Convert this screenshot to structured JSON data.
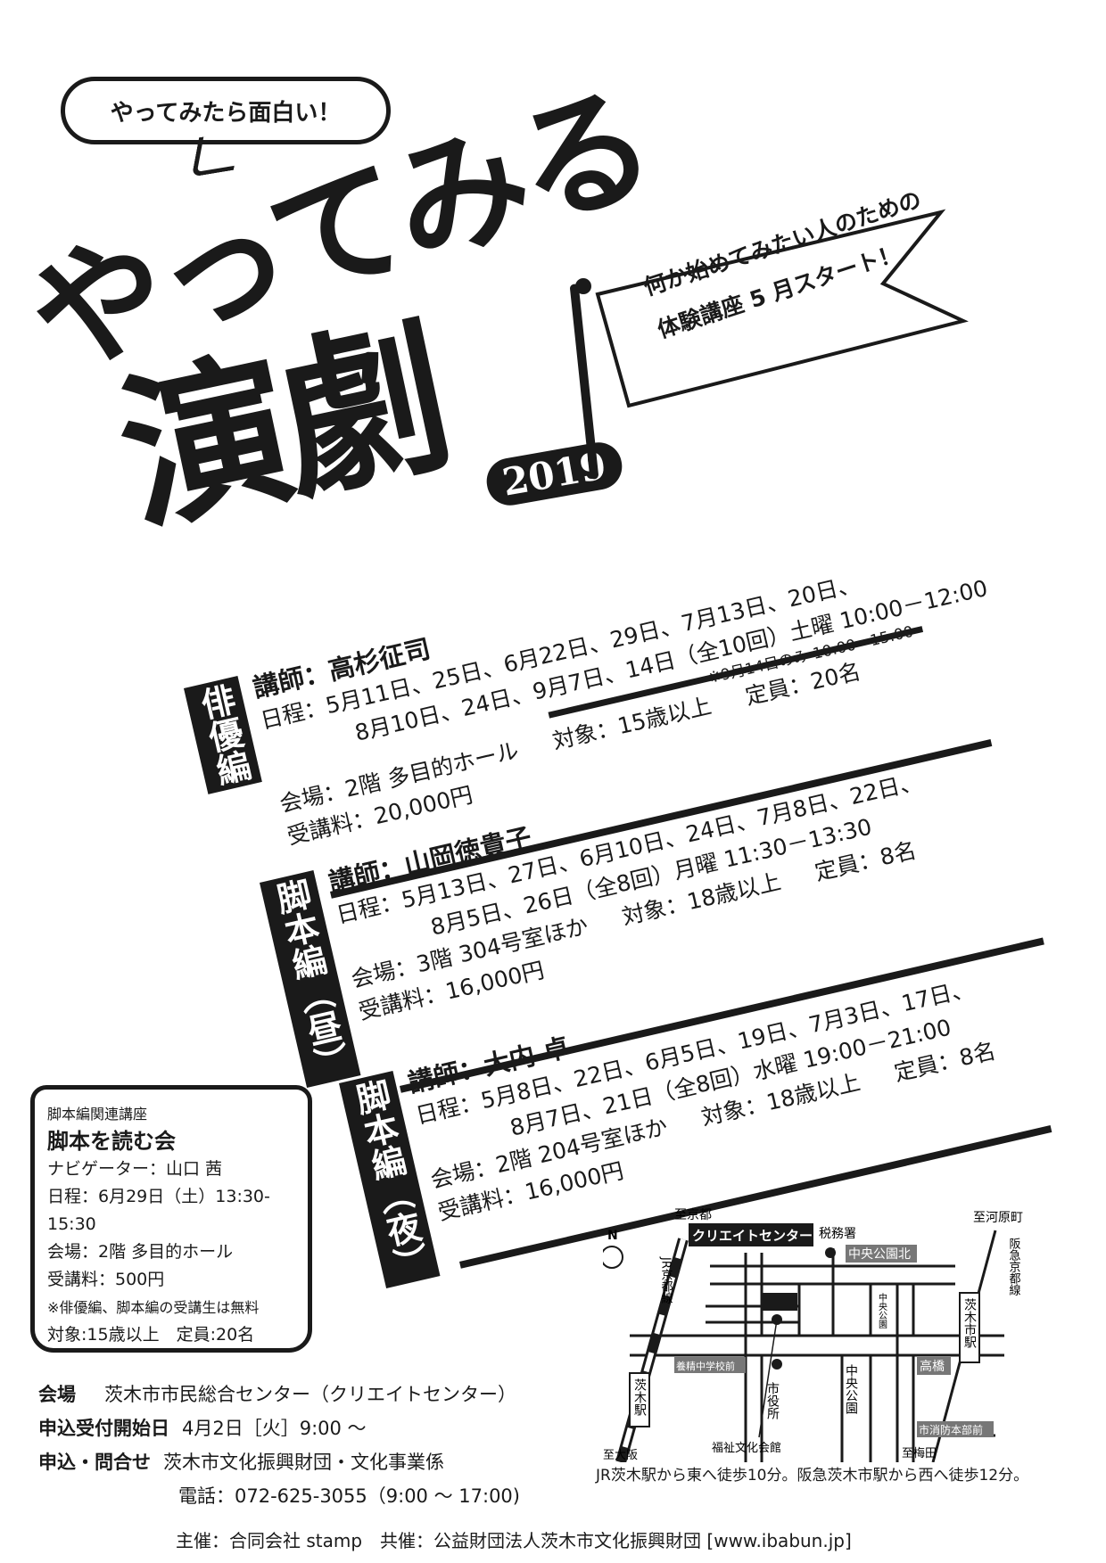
{
  "bubble": "やってみたら面白い！",
  "title_line1": "やってみる",
  "title_line2": "演劇",
  "year": "2019",
  "flag": {
    "line1": "何か始めてみたい人のための",
    "line2": "体験講座 5 月スタート！"
  },
  "sections": [
    {
      "label": "俳優編",
      "lecturer": "講師：高杉征司",
      "schedule1": "日程：5月11日、25日、6月22日、29日、7月13日、20日、",
      "schedule2": "8月10日、24日、9月7日、14日（全10回）土曜 10:00－12:00",
      "note": "※9月14日のみ 10:00－15:00",
      "venue": "会場：2階 多目的ホール",
      "target": "対象：15歳以上",
      "capacity": "定員：20名",
      "fee": "受講料：20,000円"
    },
    {
      "label": "脚本編（昼）",
      "lecturer": "講師：山岡徳貴子",
      "schedule1": "日程：5月13日、27日、6月10日、24日、7月8日、22日、",
      "schedule2": "8月5日、26日（全8回）月曜 11:30－13:30",
      "venue": "会場：3階 304号室ほか",
      "target": "対象：18歳以上",
      "capacity": "定員：8名",
      "fee": "受講料：16,000円"
    },
    {
      "label": "脚本編（夜）",
      "lecturer": "講師：大内 卓",
      "schedule1": "日程：5月8日、22日、6月5日、19日、7月3日、17日、",
      "schedule2": "8月7日、21日（全8回）水曜 19:00－21:00",
      "venue": "会場：2階 204号室ほか",
      "target": "対象：18歳以上",
      "capacity": "定員：8名",
      "fee": "受講料：16,000円"
    }
  ],
  "book": {
    "category": "脚本編関連講座",
    "title": "脚本を読む会",
    "navigator": "ナビゲーター：山口 茜",
    "schedule": "日程：6月29日（土）13:30-15:30",
    "venue": "会場：2階 多目的ホール",
    "fee": "受講料：500円",
    "note": "※俳優編、脚本編の受講生は無料",
    "target_capacity": "対象:15歳以上　定員:20名"
  },
  "footer": {
    "venue_label": "会場",
    "venue": "茨木市市民総合センター（クリエイトセンター）",
    "open_label": "申込受付開始日",
    "open": "4月2日［火］9:00 〜",
    "contact_label": "申込・問合せ",
    "contact": "茨木市文化振興財団・文化事業係",
    "phone": "電話：072-625-3055（9:00 〜 17:00)",
    "host": "主催：合同会社 stamp　共催：公益財団法人茨木市文化振興財団 [www.ibabun.jp]"
  },
  "map": {
    "north": "N",
    "to_kyoto": "至京都",
    "to_osaka": "至大阪",
    "to_kawaramachi": "至河原町",
    "to_umeda": "至梅田",
    "jr_line": "JR京都線",
    "hankyu_line": "阪急京都線",
    "jr_station": "茨木駅",
    "hankyu_station": "茨木市駅",
    "create_center": "クリエイトセンター",
    "tax_office": "税務署",
    "stop_north": "中央公園北",
    "park_small": "中央公園",
    "park": "中央公園",
    "city_hall": "市役所",
    "stop_school": "養精中学校前",
    "stop_takahashi": "高橋",
    "stop_fire": "市消防本部前",
    "welfare_hall": "福祉文化会館",
    "caption": "JR茨木駅から東へ徒歩10分。阪急茨木市駅から西へ徒歩12分。"
  }
}
